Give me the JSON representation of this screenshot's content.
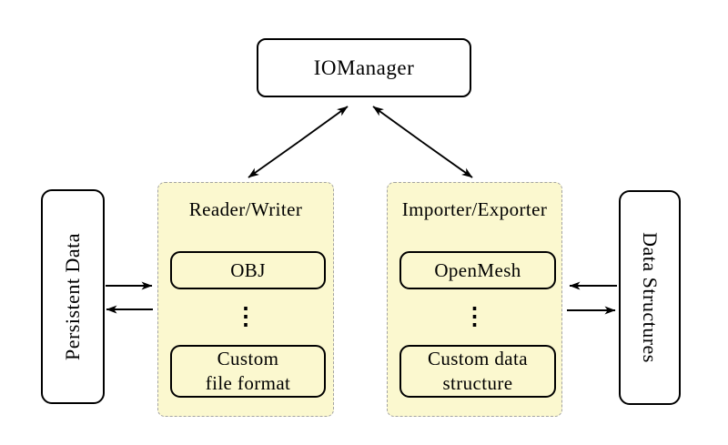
{
  "nodes": {
    "iomanager": {
      "label": "IOManager"
    },
    "persistent_data": {
      "label": "Persistent Data"
    },
    "data_structures": {
      "label": "Data Structures"
    }
  },
  "groups": {
    "reader_writer": {
      "title": "Reader/Writer",
      "items": [
        {
          "label": "OBJ"
        },
        {
          "label": "Custom\nfile format"
        }
      ],
      "ellipsis": "⋮"
    },
    "importer_exporter": {
      "title": "Importer/Exporter",
      "items": [
        {
          "label": "OpenMesh"
        },
        {
          "label": "Custom data\nstructure"
        }
      ],
      "ellipsis": "⋮"
    }
  },
  "edges": [
    {
      "from": "iomanager",
      "to": "reader_writer",
      "direction": "both"
    },
    {
      "from": "iomanager",
      "to": "importer_exporter",
      "direction": "both"
    },
    {
      "from": "persistent_data",
      "to": "reader_writer",
      "direction": "forward"
    },
    {
      "from": "reader_writer",
      "to": "persistent_data",
      "direction": "forward"
    },
    {
      "from": "data_structures",
      "to": "importer_exporter",
      "direction": "forward"
    },
    {
      "from": "importer_exporter",
      "to": "data_structures",
      "direction": "forward"
    }
  ],
  "colors": {
    "background": "#ffffff",
    "group_fill": "#fbf8cf",
    "group_border": "#a3a3a3",
    "node_fill": "#ffffff",
    "node_border": "#000000",
    "arrow": "#000000"
  }
}
